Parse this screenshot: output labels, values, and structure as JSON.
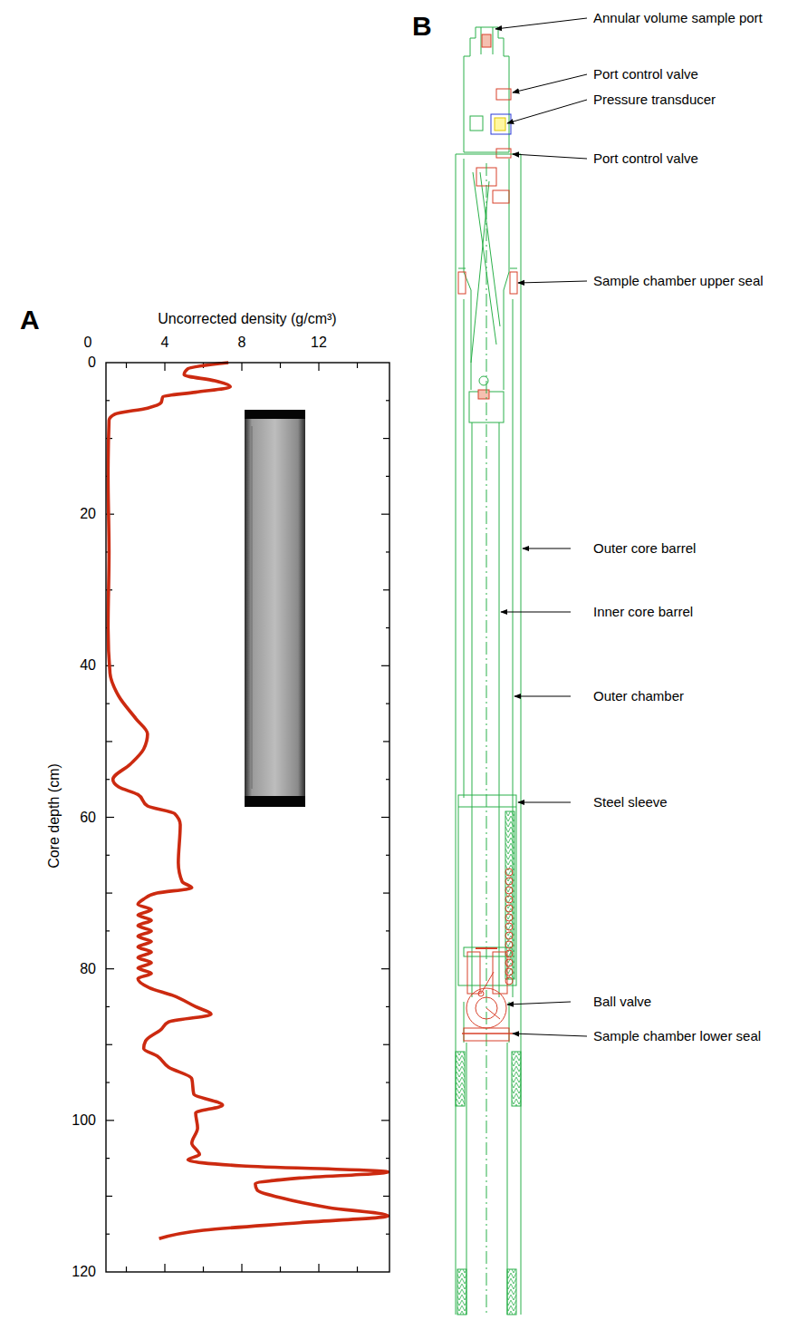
{
  "diagram": {
    "labels": [
      "A",
      "Uncorrected density (g/cm³)",
      "0",
      "4",
      "8",
      "12",
      "Core depth (cm)",
      "0",
      "20",
      "40",
      "60",
      "80",
      "100",
      "120",
      "B",
      "Annular volume sample port",
      "Port control valve",
      "Pressure transducer",
      "Port control valve",
      "Sample chamber upper seal",
      "Outer core barrel",
      "Inner core barrel",
      "Outer chamber",
      "Steel sleeve",
      "Ball valve",
      "Sample chamber lower seal"
    ]
  }
}
